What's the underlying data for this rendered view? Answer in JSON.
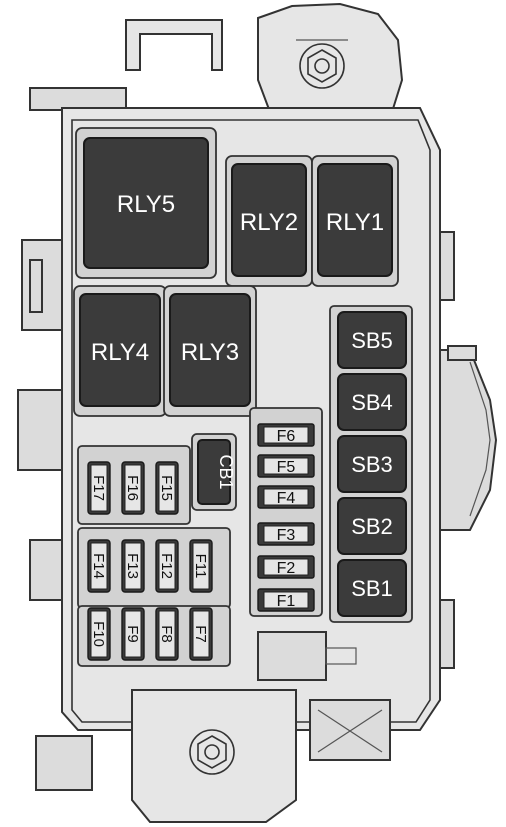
{
  "relays": [
    {
      "id": "rly5",
      "label": "RLY5"
    },
    {
      "id": "rly2",
      "label": "RLY2"
    },
    {
      "id": "rly1",
      "label": "RLY1"
    },
    {
      "id": "rly4",
      "label": "RLY4"
    },
    {
      "id": "rly3",
      "label": "RLY3"
    }
  ],
  "circuit_breaker": {
    "label": "CB1"
  },
  "stacked_fuses": [
    {
      "label": "F6"
    },
    {
      "label": "F5"
    },
    {
      "label": "F4"
    },
    {
      "label": "F3"
    },
    {
      "label": "F2"
    },
    {
      "label": "F1"
    }
  ],
  "slow_blow_fuses": [
    {
      "label": "SB5"
    },
    {
      "label": "SB4"
    },
    {
      "label": "SB3"
    },
    {
      "label": "SB2"
    },
    {
      "label": "SB1"
    }
  ],
  "mini_fuses": {
    "row1": [
      "F17",
      "F16",
      "F15"
    ],
    "row2": [
      "F14",
      "F13",
      "F12",
      "F11"
    ],
    "row3": [
      "F10",
      "F9",
      "F8",
      "F7"
    ]
  },
  "colors": {
    "component": "#3b3b3b",
    "housing": "#e6e6e6",
    "label": "#ffffff"
  }
}
